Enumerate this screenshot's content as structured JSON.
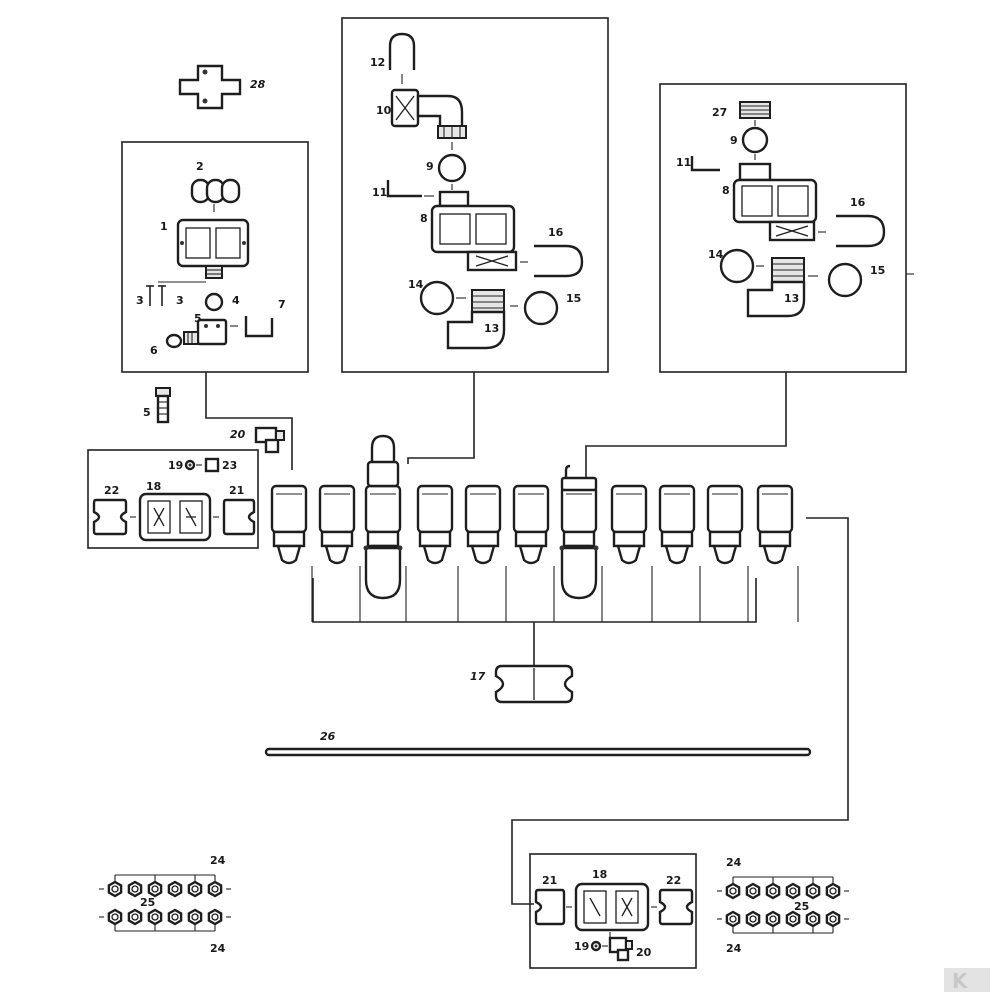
{
  "labels": {
    "l1": "1",
    "l2": "2",
    "l3a": "3",
    "l3b": "3",
    "l4": "4",
    "l5a": "5",
    "l5b": "5",
    "l6": "6",
    "l7": "7",
    "l8a": "8",
    "l8b": "8",
    "l9a": "9",
    "l9b": "9",
    "l10": "10",
    "l11a": "11",
    "l11b": "11",
    "l12": "12",
    "l13a": "13",
    "l13b": "13",
    "l14a": "14",
    "l14b": "14",
    "l15a": "15",
    "l15b": "15",
    "l16a": "16",
    "l16b": "16",
    "l17": "17",
    "l18a": "18",
    "l18b": "18",
    "l19a": "19",
    "l19b": "19",
    "l20a": "20",
    "l20b": "20",
    "l21a": "21",
    "l21b": "21",
    "l22a": "22",
    "l22b": "22",
    "l23": "23",
    "l24a": "24",
    "l24b": "24",
    "l24c": "24",
    "l24d": "24",
    "l25a": "25",
    "l25b": "25",
    "l26": "26",
    "l27": "27",
    "l28": "28"
  },
  "logo": "K"
}
